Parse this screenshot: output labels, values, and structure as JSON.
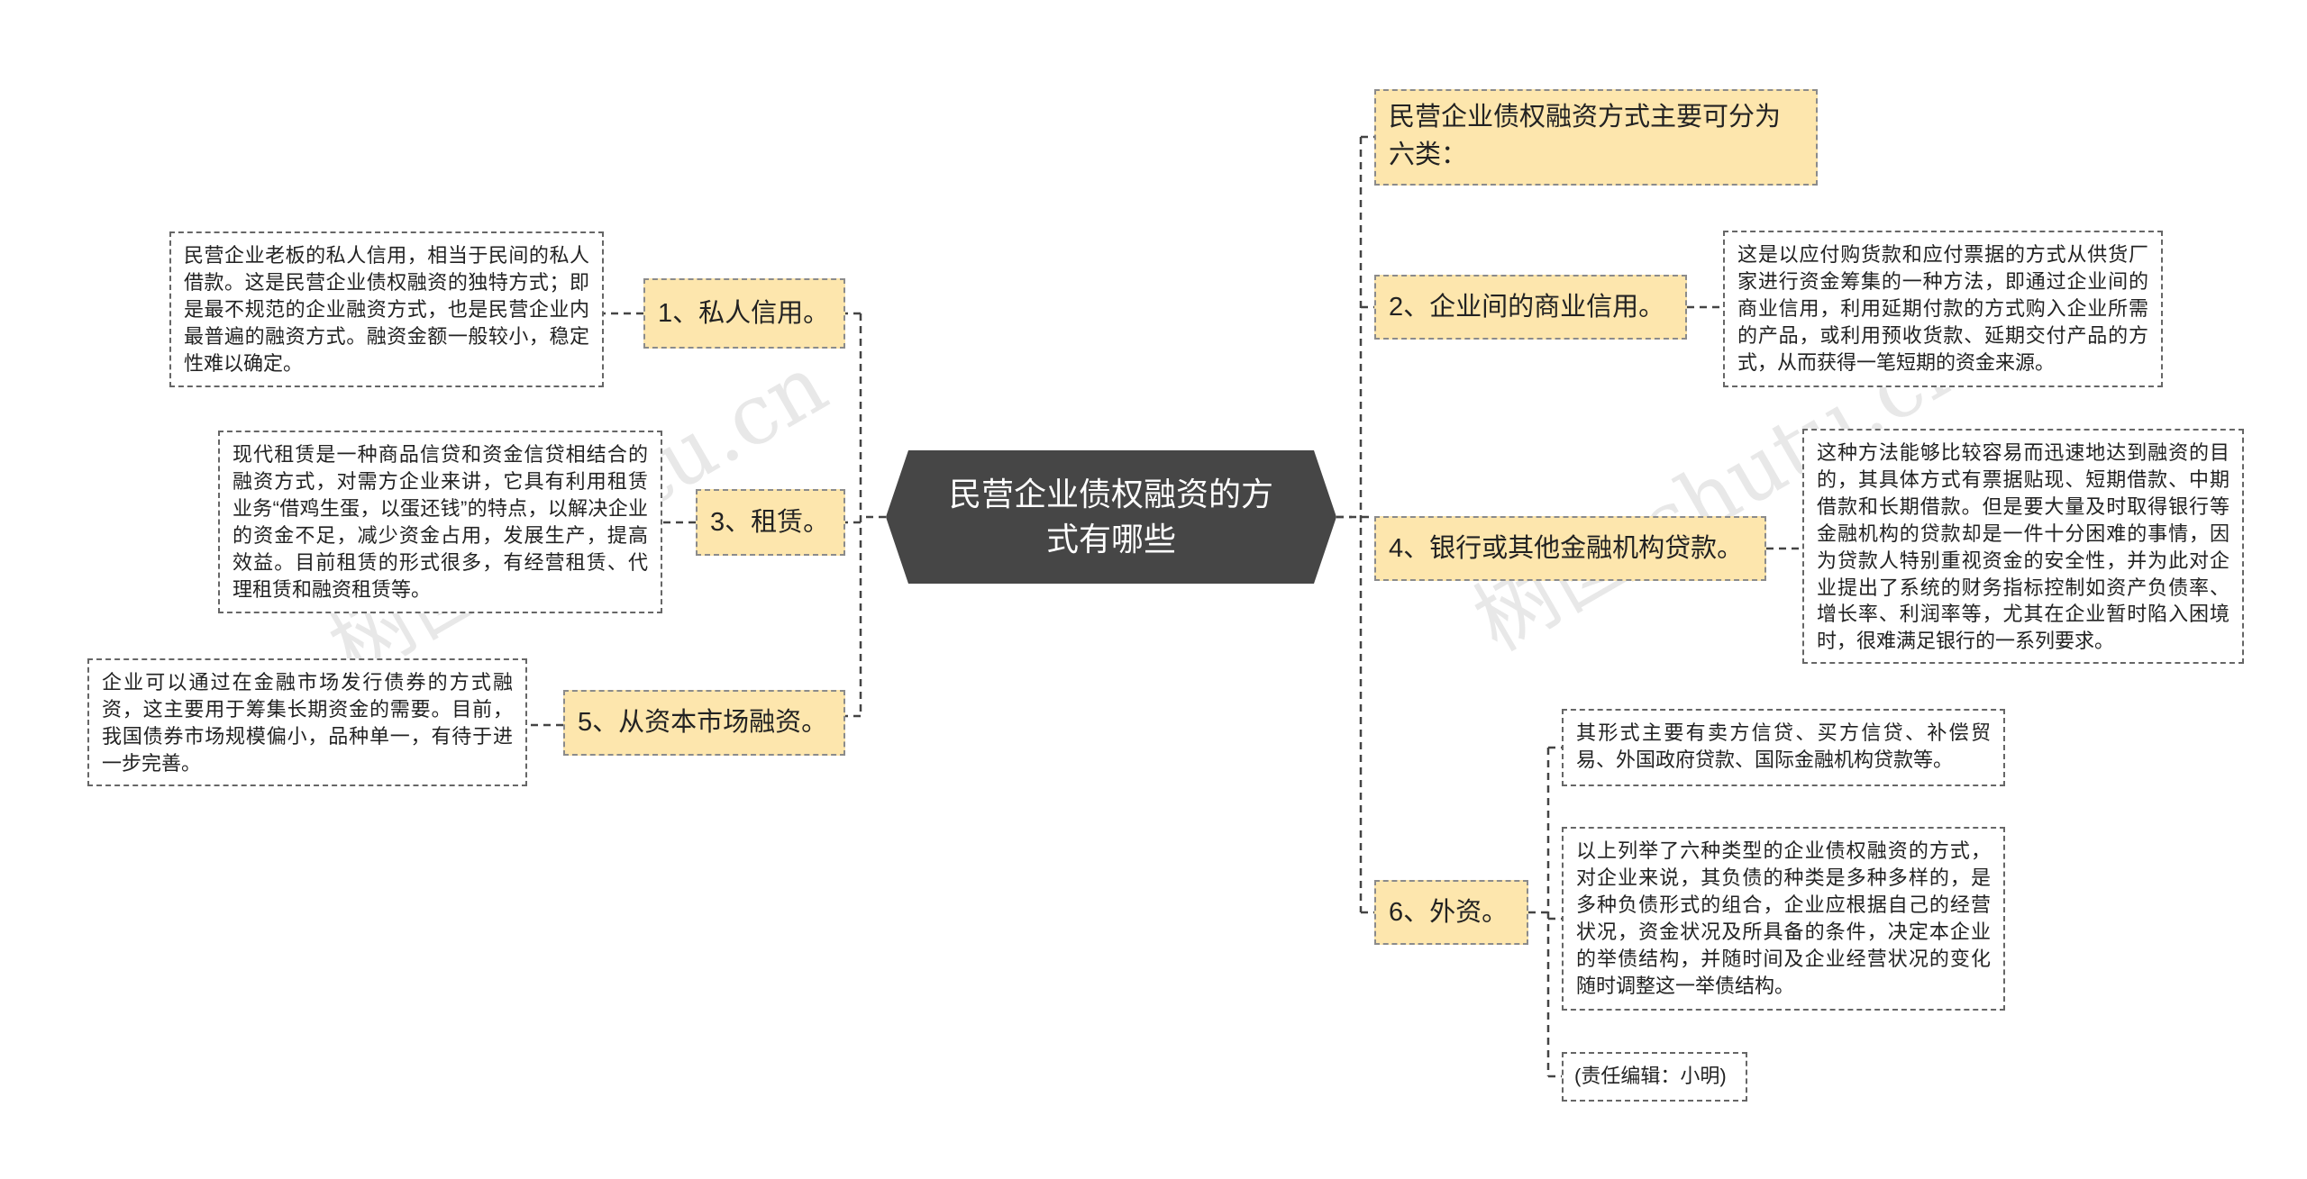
{
  "center": {
    "title": "民营企业债权融资的方式有哪些"
  },
  "branches": {
    "b1": {
      "label": "1、私人信用。",
      "detail": "民营企业老板的私人信用，相当于民间的私人借款。这是民营企业债权融资的独特方式；即是最不规范的企业融资方式，也是民营企业内最普遍的融资方式。融资金额一般较小，稳定性难以确定。"
    },
    "b3": {
      "label": "3、租赁。",
      "detail": "现代租赁是一种商品信贷和资金信贷相结合的融资方式，对需方企业来讲，它具有利用租赁业务“借鸡生蛋，以蛋还钱”的特点，以解决企业的资金不足，减少资金占用，发展生产，提高效益。目前租赁的形式很多，有经营租赁、代理租赁和融资租赁等。"
    },
    "b5": {
      "label": "5、从资本市场融资。",
      "detail": "企业可以通过在金融市场发行债券的方式融资，这主要用于筹集长期资金的需要。目前，我国债券市场规模偏小，品种单一，有待于进一步完善。"
    },
    "intro": {
      "label": "民营企业债权融资方式主要可分为六类："
    },
    "b2": {
      "label": "2、企业间的商业信用。",
      "detail": "这是以应付购货款和应付票据的方式从供货厂家进行资金筹集的一种方法，即通过企业间的商业信用，利用延期付款的方式购入企业所需的产品，或利用预收货款、延期交付产品的方式，从而获得一笔短期的资金来源。"
    },
    "b4": {
      "label": "4、银行或其他金融机构贷款。",
      "detail": "这种方法能够比较容易而迅速地达到融资的目的，其具体方式有票据贴现、短期借款、中期借款和长期借款。但是要大量及时取得银行等金融机构的贷款却是一件十分困难的事情，因为贷款人特别重视资金的安全性，并为此对企业提出了系统的财务指标控制如资产负债率、增长率、利润率等，尤其在企业暂时陷入困境时，很难满足银行的一系列要求。"
    },
    "b6": {
      "label": "6、外资。",
      "detail_a": "其形式主要有卖方信贷、买方信贷、补偿贸易、外国政府贷款、国际金融机构贷款等。",
      "detail_b": "以上列举了六种类型的企业债权融资的方式，对企业来说，其负债的种类是多种多样的，是多种负债形式的组合，企业应根据自己的经营状况，资金状况及所具备的条件，决定本企业的举债结构，并随时间及企业经营状况的变化随时调整这一举债结构。",
      "editor": "(责任编辑：小明)"
    }
  },
  "watermarks": [
    "树图 shutu.cn",
    "树图 shutu.cn"
  ],
  "colors": {
    "center_bg": "#464646",
    "branch_bg": "#fde6ad",
    "line": "#444444"
  }
}
